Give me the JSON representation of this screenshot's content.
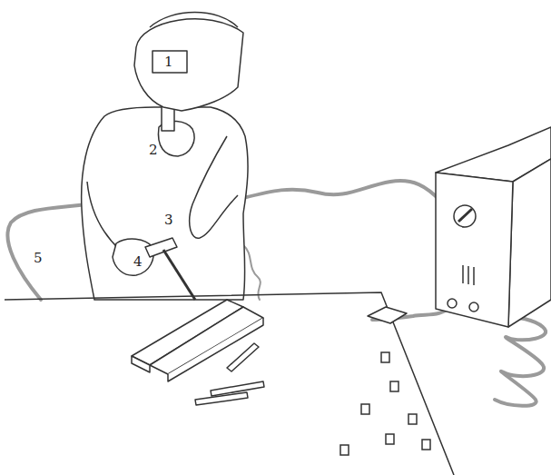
{
  "diagram": {
    "labels": [
      "1",
      "2",
      "3",
      "4",
      "5"
    ]
  }
}
